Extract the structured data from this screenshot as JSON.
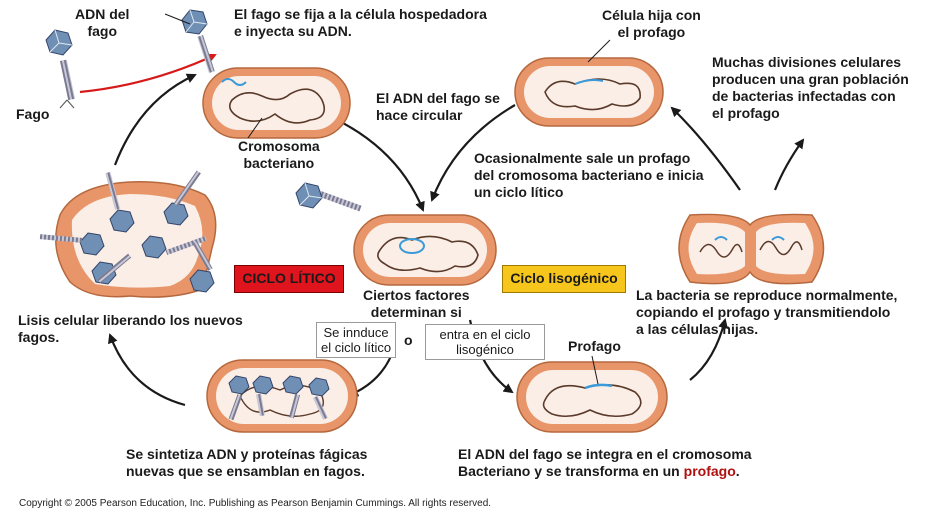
{
  "labels": {
    "adn_fago": [
      "ADN del",
      "fago"
    ],
    "fago": "Fago",
    "fija": [
      "El fago se fija a la célula hospedadora",
      "e inyecta su ADN."
    ],
    "cromosoma": [
      "Cromosoma",
      "bacteriano"
    ],
    "circular": [
      "El ADN del fago se",
      "hace circular"
    ],
    "celula_hija": [
      "Célula hija con",
      "el profago"
    ],
    "muchas": [
      "Muchas divisiones celulares",
      "producen una gran población",
      "de bacterias infectadas con",
      "el profago"
    ],
    "ocasional": [
      "Ocasionalmente sale un profago",
      "del cromosoma  bacteriano e inicia",
      "un ciclo lítico"
    ],
    "factores": [
      "Ciertos factores",
      "determinan si"
    ],
    "o": "o",
    "reproduce": [
      "La bacteria se reproduce normalmente,",
      "copiando el profago y transmitiendolo",
      "a las células hijas."
    ],
    "lisis": [
      "Lisis celular liberando los  nuevos",
      "fagos."
    ],
    "profago": "Profago",
    "sintetiza": [
      "Se sintetiza ADN y  proteínas fágicas",
      "nuevas que se ensamblan  en fagos."
    ],
    "integra_1": "El ADN del fago se integra en el cromosoma",
    "integra_2a": "Bacteriano y  se transforma  en un ",
    "integra_2b": "profago",
    "integra_2c": "."
  },
  "boxes": {
    "lytic_choice": [
      "Se innduce",
      "el ciclo lítico"
    ],
    "lyso_choice": [
      "entra en el ciclo",
      "lisogénico"
    ]
  },
  "tags": {
    "lytic": "CICLO LÍTICO",
    "lysogenic": "Ciclo lisogénico"
  },
  "copyright": "Copyright ©  2005 Pearson Education, Inc. Publishing as Pearson Benjamin Cummings. All rights reserved.",
  "colors": {
    "cell_fill": "#e8956a",
    "cell_inner": "#fbeee6",
    "chromosome": "#5a3a2a",
    "phage_dna": "#3a9bd8",
    "lytic_tag_bg": "#e0141c",
    "lysogenic_tag_bg": "#f7c61c",
    "arrow": "#1a1a1a",
    "red_arrow": "#d61a1a",
    "phage_head": "#6f8fb5"
  }
}
